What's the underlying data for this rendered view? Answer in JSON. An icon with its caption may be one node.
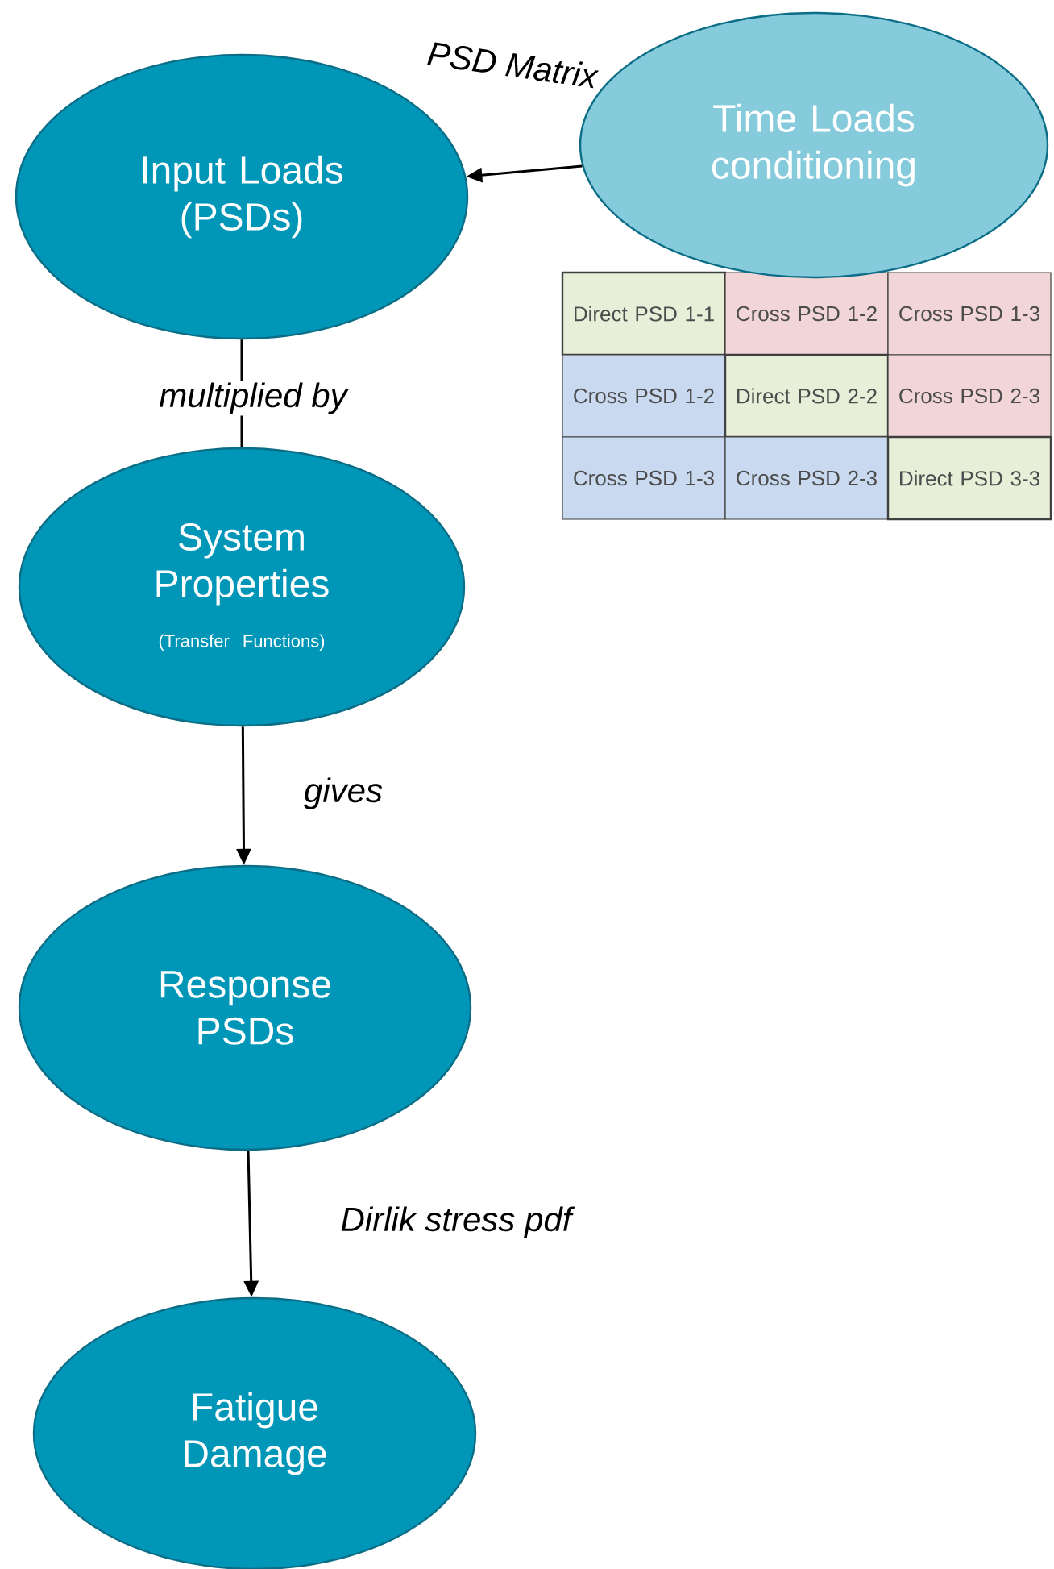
{
  "diagram": {
    "nodes": [
      {
        "text": [
          "Input Loads (PSDs)"
        ]
      },
      {
        "text": [
          "Time Loads conditioning"
        ]
      },
      {
        "text": [
          "System Properties",
          "(Transfer Functions)"
        ]
      },
      {
        "text": [
          "Response PSDs"
        ]
      },
      {
        "text": [
          "Fatigue Damage"
        ]
      }
    ],
    "edges": [
      {
        "from": 1,
        "to": 0,
        "arrow": "to",
        "label": "PSD Matrix"
      },
      {
        "from": 0,
        "to": 2,
        "arrow": "none",
        "label": "multiplied by"
      },
      {
        "from": 2,
        "to": 3,
        "arrow": "to",
        "label": "gives"
      },
      {
        "from": 3,
        "to": 4,
        "arrow": "to",
        "label": "Dirlik stress pdf"
      }
    ],
    "labels": [
      "Direct PSD 1-1",
      "Cross PSD 1-2",
      "Cross PSD 1-3",
      "Cross PSD 1-2",
      "Direct PSD 2-2",
      "Cross PSD 2-3",
      "Cross PSD 1-3",
      "Cross PSD 2-3",
      "Direct PSD 3-3"
    ]
  }
}
